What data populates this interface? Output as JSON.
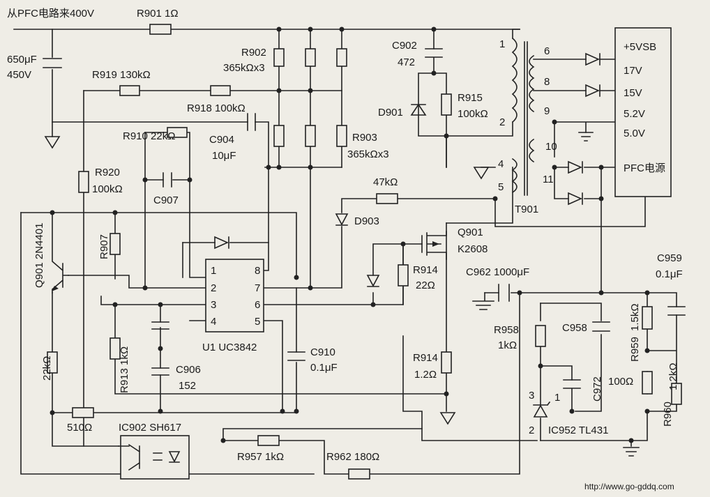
{
  "labels": {
    "pfc_input": "从PFC电路来400V",
    "r901": "R901  1Ω",
    "c_bulk_val": "650μF",
    "c_bulk_volt": "450V",
    "r919": "R919  130kΩ",
    "r918": "R918  100kΩ",
    "r902": "R902",
    "r902_val": "365kΩx3",
    "r903": "R903",
    "r903_val": "365kΩx3",
    "r910": "R910  22kΩ",
    "c904": "C904",
    "c904_val": "10μF",
    "r920": "R920",
    "r920_val": "100kΩ",
    "c907": "C907",
    "c902": "C902",
    "c902_val": "472",
    "d901": "D901",
    "r915": "R915",
    "r915_val": "100kΩ",
    "r_47k": "47kΩ",
    "d903": "D903",
    "r907": "R907",
    "q901_bjt": "Q901  2N4401",
    "q901_fet": "Q901",
    "k2608": "K2608",
    "r914_gate": "R914",
    "r914_gate_val": "22Ω",
    "ic_u1": "U1  UC3842",
    "c910": "C910",
    "c910_val": "0.1μF",
    "r913": "R913  1kΩ",
    "c906": "C906",
    "c906_val": "152",
    "r_22k": "22kΩ",
    "r_510": "510Ω",
    "ic902": "IC902  SH617",
    "r914_src": "R914",
    "r914_src_val": "1.2Ω",
    "r957": "R957  1kΩ",
    "r962": "R962  180Ω",
    "t901": "T901",
    "c962": "C962  1000μF",
    "c959": "C959",
    "c959_val": "0.1μF",
    "r958": "R958",
    "r958_val": "1kΩ",
    "c958": "C958",
    "r959": "R959",
    "r959_val": "1.5kΩ",
    "r_100": "100Ω",
    "c972": "C972",
    "r960": "R960",
    "r960_val": "1.2kΩ",
    "ic952": "IC952  TL431",
    "tl_pin3": "3",
    "tl_pin1": "1",
    "tl_pin2": "2",
    "out_5vsb": "+5VSB",
    "out_17v": "17V",
    "out_15v": "15V",
    "out_52v": "5.2V",
    "out_50v": "5.0V",
    "out_pfc": "PFC电源",
    "url": "http://www.go-gddq.com"
  },
  "pins": {
    "p1": "1",
    "p2": "2",
    "p3": "3",
    "p4": "4",
    "p5": "5",
    "p6": "6",
    "p7": "7",
    "p8": "8"
  },
  "winding_numbers": {
    "w1": "1",
    "w2": "2",
    "w4": "4",
    "w5": "5",
    "w6": "6",
    "w8": "8",
    "w9": "9",
    "w10": "10",
    "w11": "11"
  }
}
